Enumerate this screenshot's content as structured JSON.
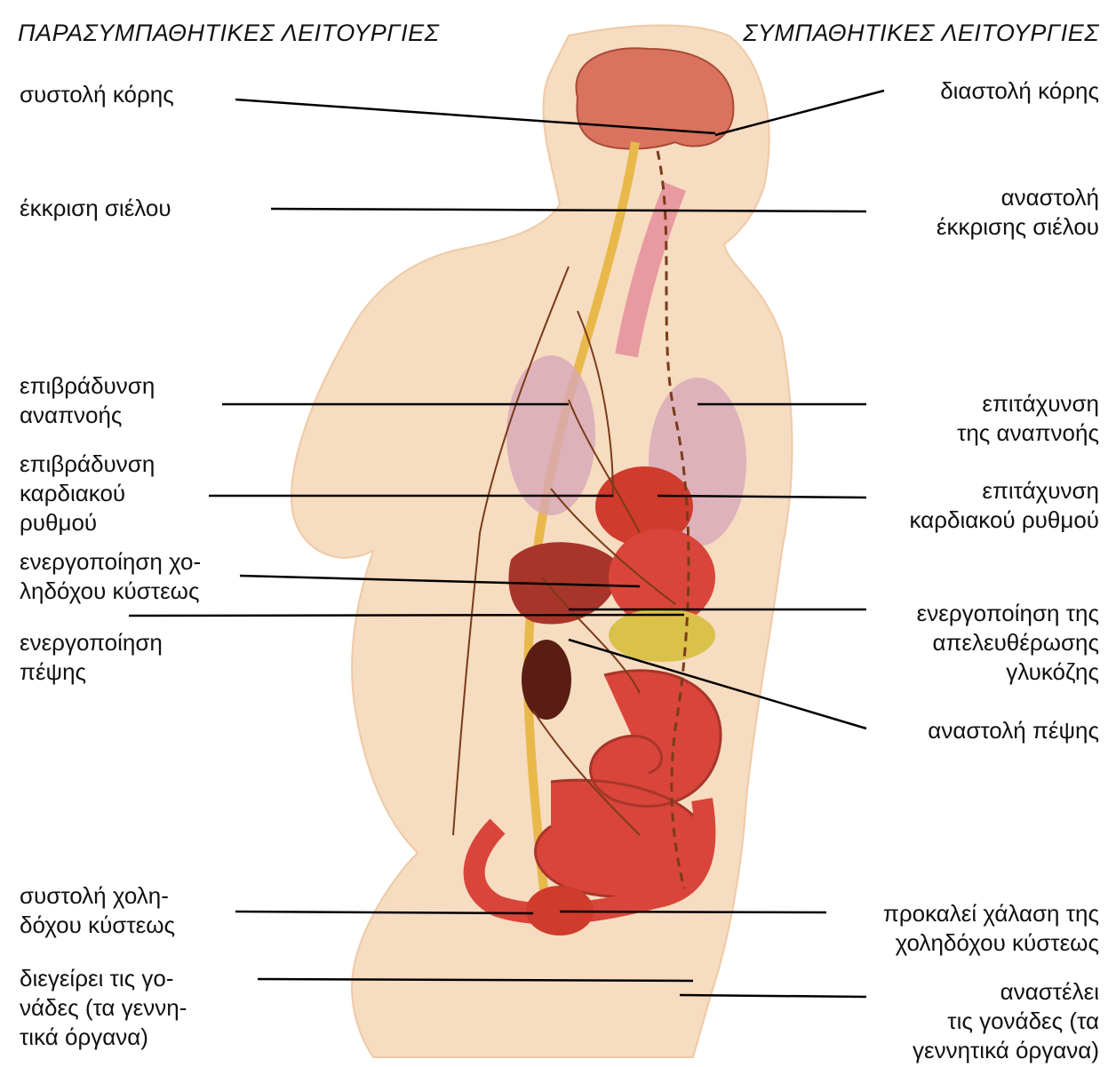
{
  "headings": {
    "parasympathetic": "ΠΑΡΑΣΥΜΠΑΘΗΤΙΚΕΣ ΛΕΙΤΟΥΡΓΙΕΣ",
    "sympathetic": "ΣΥΜΠΑΘΗΤΙΚΕΣ ΛΕΙΤΟΥΡΓΙΕΣ"
  },
  "left_labels": [
    "συστολή κόρης",
    "έκκριση σιέλου",
    "επιβράδυνση\nαναπνοής",
    "επιβράδυνση\nκαρδιακού\nρυθμού",
    "ενεργοποίηση χο-\nληδόχου κύστεως",
    "ενεργοποίηση\nπέψης",
    "συστολή χολη-\nδόχου κύστεως",
    "διεγείρει τις γο-\nνάδες (τα γεννη-\nτικά όργανα)"
  ],
  "right_labels": [
    "διαστολή κόρης",
    "αναστολή\nέκκρισης σιέλου",
    "επιτάχυνση\nτης αναπνοής",
    "επιτάχυνση\nκαρδιακού ρυθμού",
    "ενεργοποίηση της\nαπελευθέρωσης\nγλυκόζης",
    "αναστολή πέψης",
    "προκαλεί χάλαση της\nχοληδόχου κύστεως",
    "αναστέλει\nτις γονάδες (τα\nγεννητικά όργανα)"
  ],
  "colors": {
    "skin": "#f6dcc0",
    "brain": "#d9735e",
    "spinal_cord": "#e8b84a",
    "organs": "#d9453a",
    "nerve": "#7a3b1a",
    "leader_line": "#000000"
  }
}
